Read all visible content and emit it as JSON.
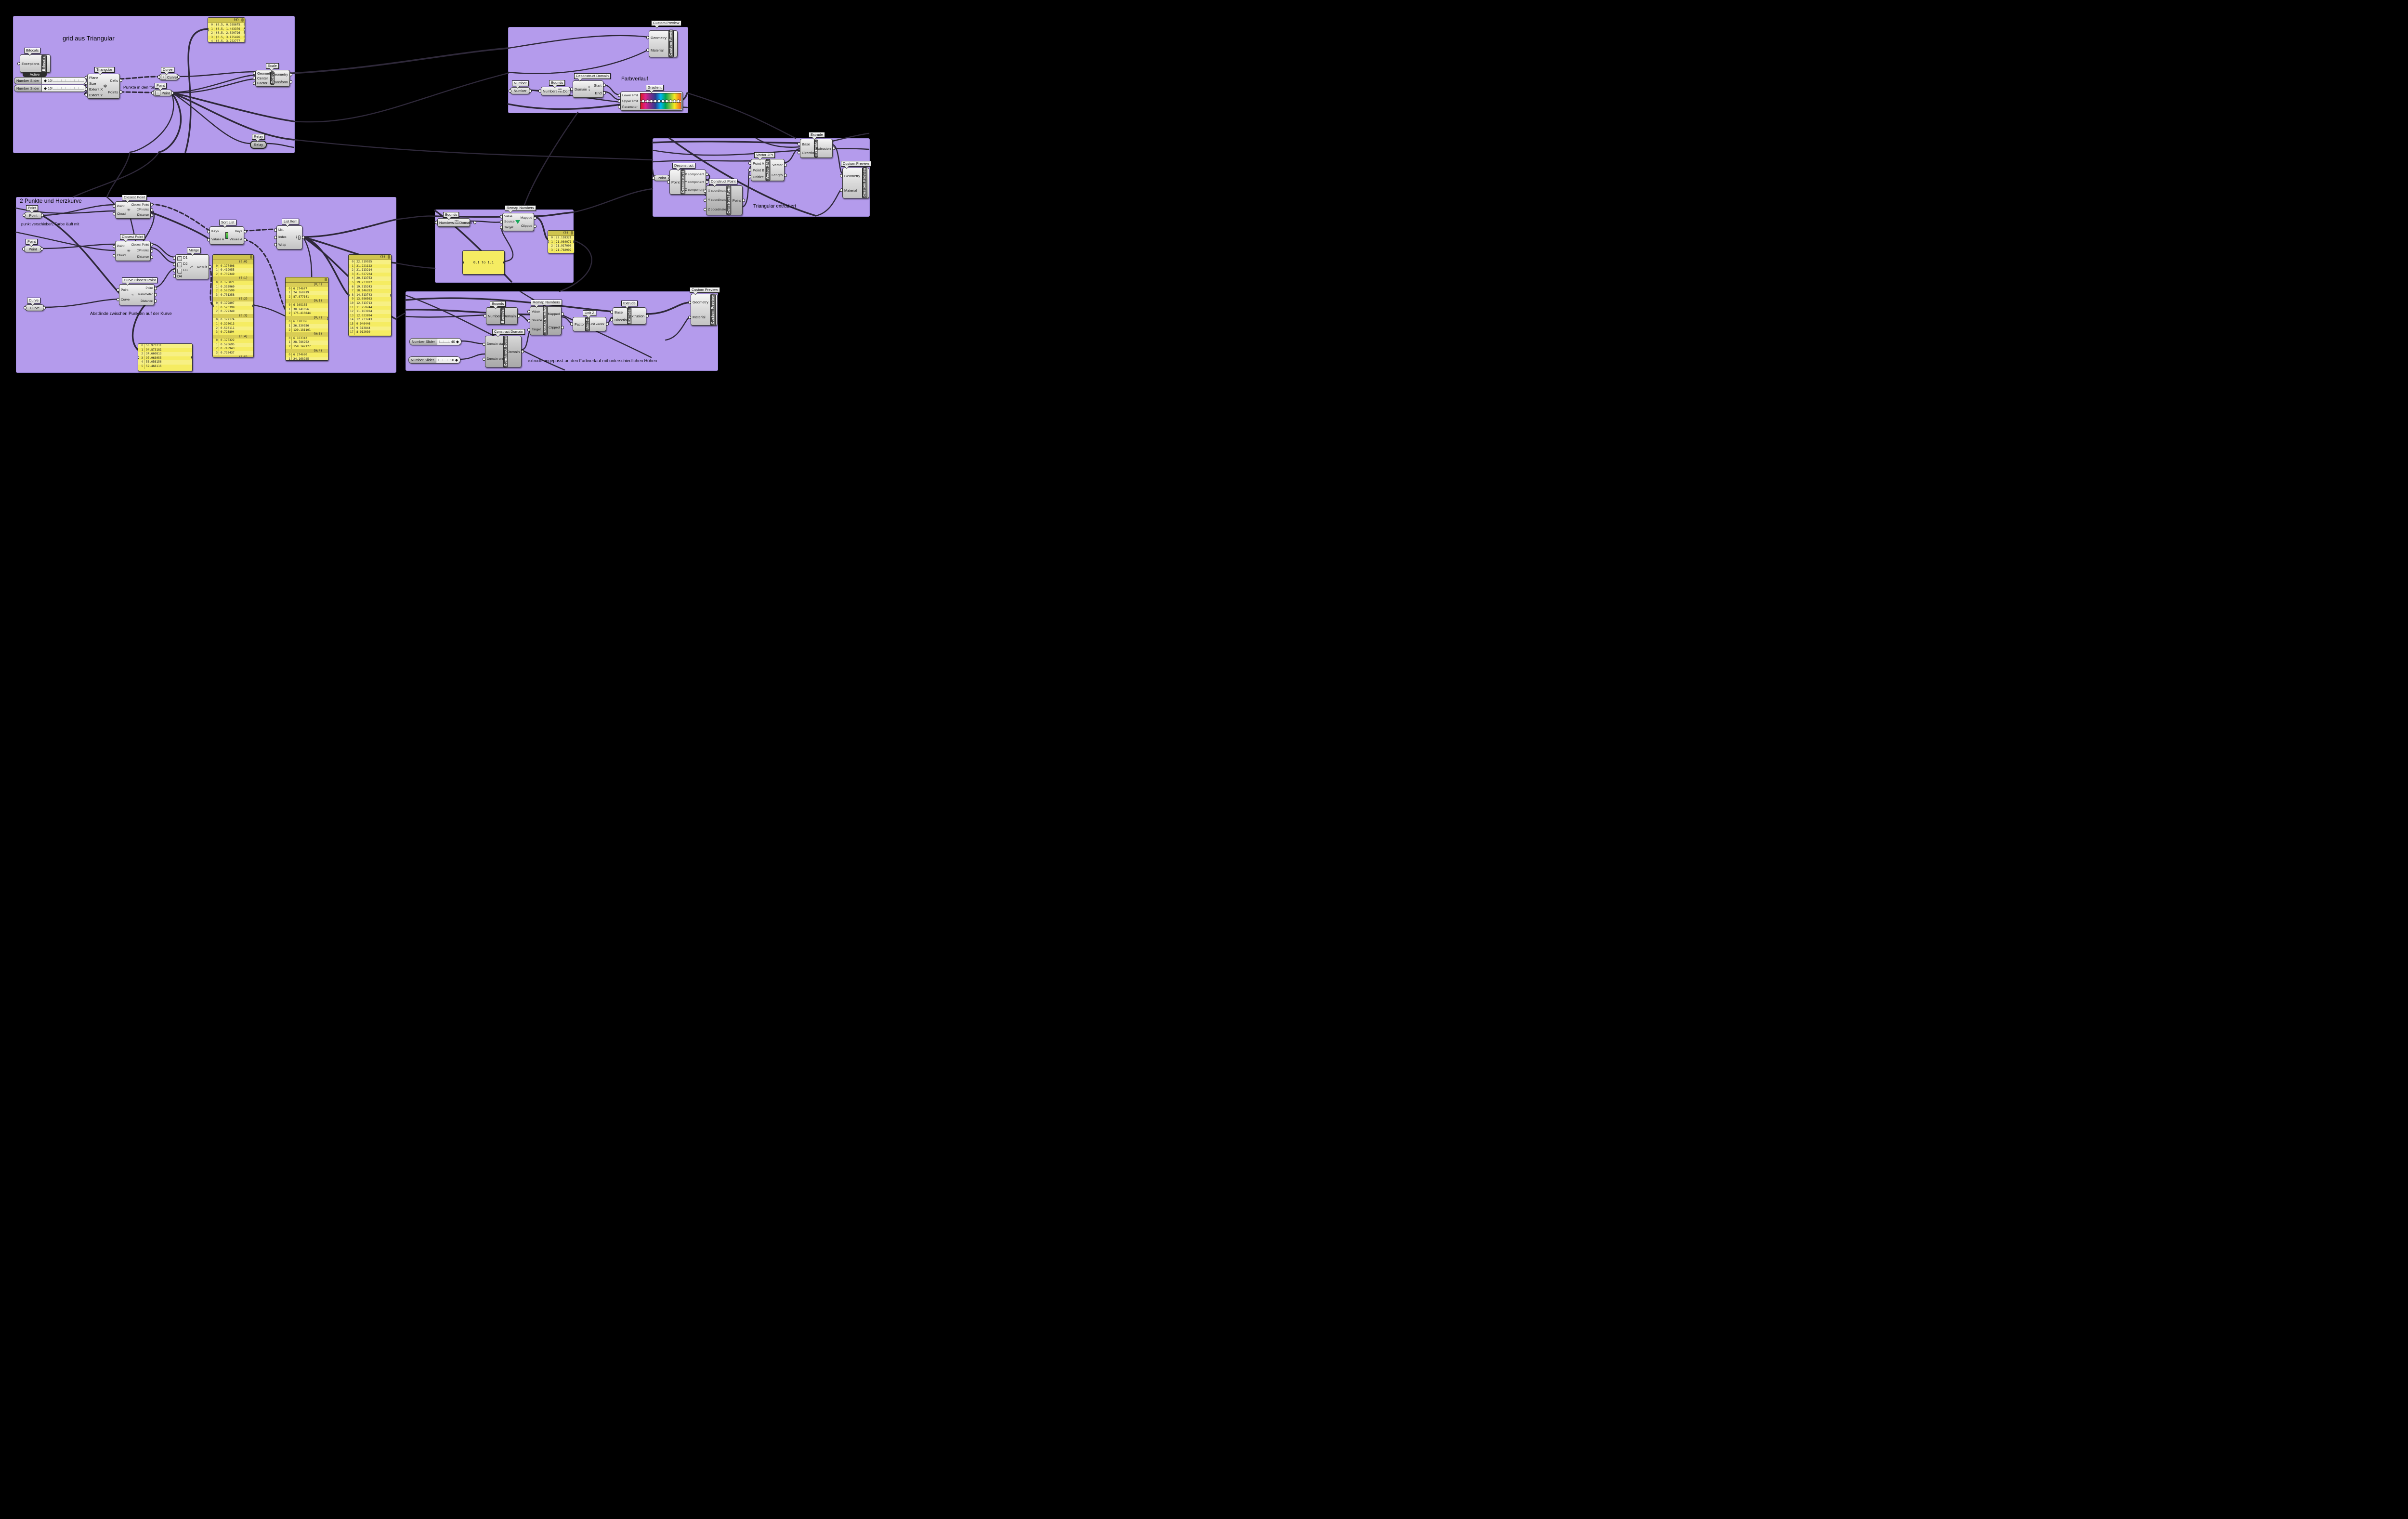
{
  "canvas": {
    "bg": "#000000",
    "panel_color": "#b49bec",
    "wire_color": "#2e2839",
    "data_panel_color": "#f5ec62"
  },
  "icons": {
    "upload": "↑",
    "download": "↓",
    "triangular": "✻",
    "closest_point": "✳",
    "curve_closest": "⌁",
    "merge": "➚",
    "domain_digits": "0 1",
    "minmax": "min max",
    "sort": "A↓Z",
    "list_index": "N→i"
  },
  "p1": {
    "title": "grid aus Triangular",
    "note": "Punkte in den formen",
    "bifocals": {
      "tag": "Bifocals",
      "cap": "Bifocals",
      "input": "Exceptions",
      "footer": "Active"
    },
    "slider1": {
      "name": "Number Slider",
      "value": "10"
    },
    "slider2": {
      "name": "Number Slider",
      "value": "10"
    },
    "triangular": {
      "tag": "Triangular",
      "inputs": [
        "Plane",
        "Size",
        "Extent X",
        "Extent Y"
      ],
      "outputs": [
        "Cells",
        "Points"
      ]
    },
    "curve_param": {
      "tag": "Curve",
      "label": "Curve"
    },
    "point_param": {
      "tag": "Point",
      "label": "Point"
    },
    "scale": {
      "tag": "Scale",
      "cap": "Scale",
      "inputs": [
        "Geometry",
        "Center",
        "Factor"
      ],
      "outputs": [
        "Geometry",
        "Transform"
      ]
    },
    "relay": {
      "tag": "Relay",
      "label": "Relay"
    },
    "data_panel": {
      "header": "{0}",
      "rows": [
        [
          "0",
          "{0.5, 0.288675, 0}"
        ],
        [
          "1",
          "{0.5, 1.443376, 0}"
        ],
        [
          "2",
          "{0.5, 2.020726, 0}"
        ],
        [
          "3",
          "{0.5, 3.175426, 0}"
        ],
        [
          "4",
          "{0.5, 3.752777, 0}"
        ]
      ]
    }
  },
  "p2": {
    "title": "Farbverlauf",
    "number_param": {
      "tag": "Number",
      "label": "Number"
    },
    "bounds": {
      "tag": "Bounds",
      "input": "Numbers",
      "output": "Domain"
    },
    "decon_domain": {
      "tag": "Deconstruct Domain",
      "input": "Domain",
      "outputs": [
        "Start",
        "End"
      ]
    },
    "gradient": {
      "tag": "Gradient",
      "inputs": [
        "Lower limit",
        "Upper limit",
        "Parameter"
      ]
    },
    "custom_preview": {
      "tag": "Custom Preview",
      "cap": "Custom Preview",
      "inputs": [
        "Geometry",
        "Material"
      ]
    }
  },
  "p3": {
    "title": "Triangular extrudiert",
    "point_param": {
      "label": "Point"
    },
    "deconstruct": {
      "tag": "Deconstruct",
      "cap": "Deconstruct",
      "input": "Point",
      "outputs": [
        "X component",
        "Y component",
        "Z component"
      ]
    },
    "construct_point": {
      "tag": "Construct Point",
      "cap": "Construct Point",
      "inputs": [
        "X coordinate",
        "Y coordinate",
        "Z coordinate"
      ],
      "output": "Point"
    },
    "vector2pt": {
      "tag": "Vector 2Pt",
      "cap": "Vector 2Pt",
      "inputs": [
        "Point A",
        "Point B",
        "Unitize"
      ],
      "outputs": [
        "Vector",
        "Length"
      ]
    },
    "extrude": {
      "tag": "Extrude",
      "cap": "Extrude",
      "inputs": [
        "Base",
        "Direction"
      ],
      "output": "Extrusion"
    },
    "custom_preview": {
      "tag": "Custom Preview",
      "cap": "Custom Preview",
      "inputs": [
        "Geometry",
        "Material"
      ]
    }
  },
  "p4": {
    "title": "2 Punkte und Herzkurve",
    "note1": "punkt verschieben, Farbe läuft mit",
    "note2": "Abstände zwischen Punkten auf der Kurve",
    "point_a": {
      "tag": "Point",
      "label": "Point"
    },
    "point_b": {
      "tag": "Point",
      "label": "Point"
    },
    "curve_param": {
      "tag": "Curve",
      "label": "Curve"
    },
    "closest1": {
      "tag": "Closest Point",
      "inputs": [
        "Point",
        "Cloud"
      ],
      "outputs": [
        "Closest Point",
        "CP Index",
        "Distance"
      ]
    },
    "closest2": {
      "tag": "Closest Point",
      "inputs": [
        "Point",
        "Cloud"
      ],
      "outputs": [
        "Closest Point",
        "CP Index",
        "Distance"
      ]
    },
    "curve_closest": {
      "tag": "Curve Closest Point",
      "inputs": [
        "Point",
        "Curve"
      ],
      "outputs": [
        "Point",
        "Parameter",
        "Distance"
      ]
    },
    "merge": {
      "tag": "Merge",
      "inputs": [
        "D1",
        "D2",
        "D3",
        "D4"
      ],
      "output": "Result"
    },
    "sort": {
      "tag": "Sort List",
      "inputs": [
        "Keys",
        "Values A"
      ],
      "outputs": [
        "Keys",
        "Values A"
      ]
    },
    "list_item": {
      "tag": "List Item",
      "inputs": [
        "List",
        "Index",
        "Wrap"
      ],
      "output": "i"
    },
    "data_panel_1": {
      "header": "",
      "rows": [
        [
          "",
          "{0;0}"
        ],
        [
          "0",
          "0.177406"
        ],
        [
          "1",
          "0.419955"
        ],
        [
          "2",
          "0.739349"
        ],
        [
          "",
          "{0;1}"
        ],
        [
          "0",
          "0.176021"
        ],
        [
          "1",
          "0.333969"
        ],
        [
          "2",
          "0.593599"
        ],
        [
          "3",
          "0.731258"
        ],
        [
          "",
          "{0;2}"
        ],
        [
          "0",
          "0.179807"
        ],
        [
          "1",
          "0.523399"
        ],
        [
          "2",
          "0.779349"
        ],
        [
          "",
          "{0;3}"
        ],
        [
          "0",
          "0.172174"
        ],
        [
          "1",
          "0.326013"
        ],
        [
          "2",
          "0.593111"
        ],
        [
          "3",
          "0.723894"
        ],
        [
          "",
          "{0;4}"
        ],
        [
          "0",
          "0.175322"
        ],
        [
          "1",
          "0.520695"
        ],
        [
          "2",
          "0.718943"
        ],
        [
          "3",
          "0.728437"
        ],
        [
          "",
          "{0;5}"
        ]
      ]
    },
    "data_panel_2": {
      "header": "",
      "rows": [
        [
          "",
          "{0;0}"
        ],
        [
          "0",
          "6.274677"
        ],
        [
          "1",
          "24.168919"
        ],
        [
          "2",
          "87.877141"
        ],
        [
          "",
          "{0;1}"
        ],
        [
          "0",
          "6.305155"
        ],
        [
          "1",
          "30.241056"
        ],
        [
          "2",
          "175.410844"
        ],
        [
          "",
          "{0;2}"
        ],
        [
          "0",
          "6.120366"
        ],
        [
          "1",
          "26.330356"
        ],
        [
          "2",
          "129.181101"
        ],
        [
          "",
          "{0;3}"
        ],
        [
          "0",
          "6.163343"
        ],
        [
          "1",
          "28.786252"
        ],
        [
          "2",
          "158.142127"
        ],
        [
          "",
          "{0;4}"
        ],
        [
          "0",
          "6.274680"
        ],
        [
          "1",
          "24.168925"
        ]
      ]
    },
    "data_panel_3": {
      "header": "{0}",
      "rows": [
        [
          "0",
          "22.319935"
        ],
        [
          "1",
          "21.221122"
        ],
        [
          "2",
          "21.113214"
        ],
        [
          "3",
          "21.027234"
        ],
        [
          "4",
          "20.313753"
        ],
        [
          "5",
          "19.733022"
        ],
        [
          "6",
          "19.315243"
        ],
        [
          "7",
          "18.146283"
        ],
        [
          "8",
          "14.313743"
        ],
        [
          "9",
          "13.686563"
        ],
        [
          "10",
          "12.313713"
        ],
        [
          "11",
          "11.759744"
        ],
        [
          "12",
          "11.163924"
        ],
        [
          "13",
          "12.023894"
        ],
        [
          "14",
          "12.733743"
        ],
        [
          "15",
          "9.946446"
        ],
        [
          "16",
          "9.313844"
        ],
        [
          "17",
          "8.912030"
        ]
      ]
    },
    "data_panel_small": {
      "header": "",
      "rows": [
        [
          "0",
          "56.973211"
        ],
        [
          "1",
          "94.873181"
        ],
        [
          "2",
          "34.660813"
        ],
        [
          "3",
          "97.963055"
        ],
        [
          "4",
          "58.056156"
        ],
        [
          "5",
          "59.468116"
        ]
      ]
    }
  },
  "p5": {
    "bounds": {
      "tag": "Bounds",
      "input": "Numbers",
      "output": "Domain"
    },
    "remap": {
      "tag": "Remap Numbers",
      "inputs": [
        "Value",
        "Source",
        "Target"
      ],
      "outputs": [
        "Mapped",
        "Clipped"
      ]
    },
    "data_panel": {
      "header": "{0}",
      "rows": [
        [
          "0",
          "22.118321"
        ],
        [
          "1",
          "21.984071"
        ],
        [
          "2",
          "21.917006"
        ],
        [
          "3",
          "21.782997"
        ]
      ]
    },
    "data_panel_big": {
      "text": "0.1 to 1.1"
    }
  },
  "p6": {
    "title": "extrude angepasst an den Farbverlauf mit unterschiedlichen Höhen",
    "slider1": {
      "name": "Number Slider",
      "value": "40"
    },
    "slider2": {
      "name": "Number Slider",
      "value": "10"
    },
    "construct_domain": {
      "tag": "Construct Domain",
      "cap": "Construct Domain",
      "inputs": [
        "Domain start",
        "Domain end"
      ],
      "output": "Domain"
    },
    "bounds": {
      "tag": "Bounds",
      "cap": "Bounds",
      "input": "Numbers",
      "output": "Domain"
    },
    "remap": {
      "tag": "Remap Numbers",
      "cap": "Remap Numbers",
      "inputs": [
        "Value",
        "Source",
        "Target"
      ],
      "outputs": [
        "Mapped",
        "Clipped"
      ]
    },
    "unitz": {
      "tag": "Unit Z",
      "cap": "Unit Z",
      "input": "Factor",
      "output": "Unit vector"
    },
    "extrude": {
      "tag": "Extrude",
      "cap": "Extrude",
      "inputs": [
        "Base",
        "Direction"
      ],
      "output": "Extrusion"
    },
    "custom_preview": {
      "tag": "Custom Preview",
      "cap": "Custom Preview",
      "inputs": [
        "Geometry",
        "Material"
      ]
    }
  }
}
